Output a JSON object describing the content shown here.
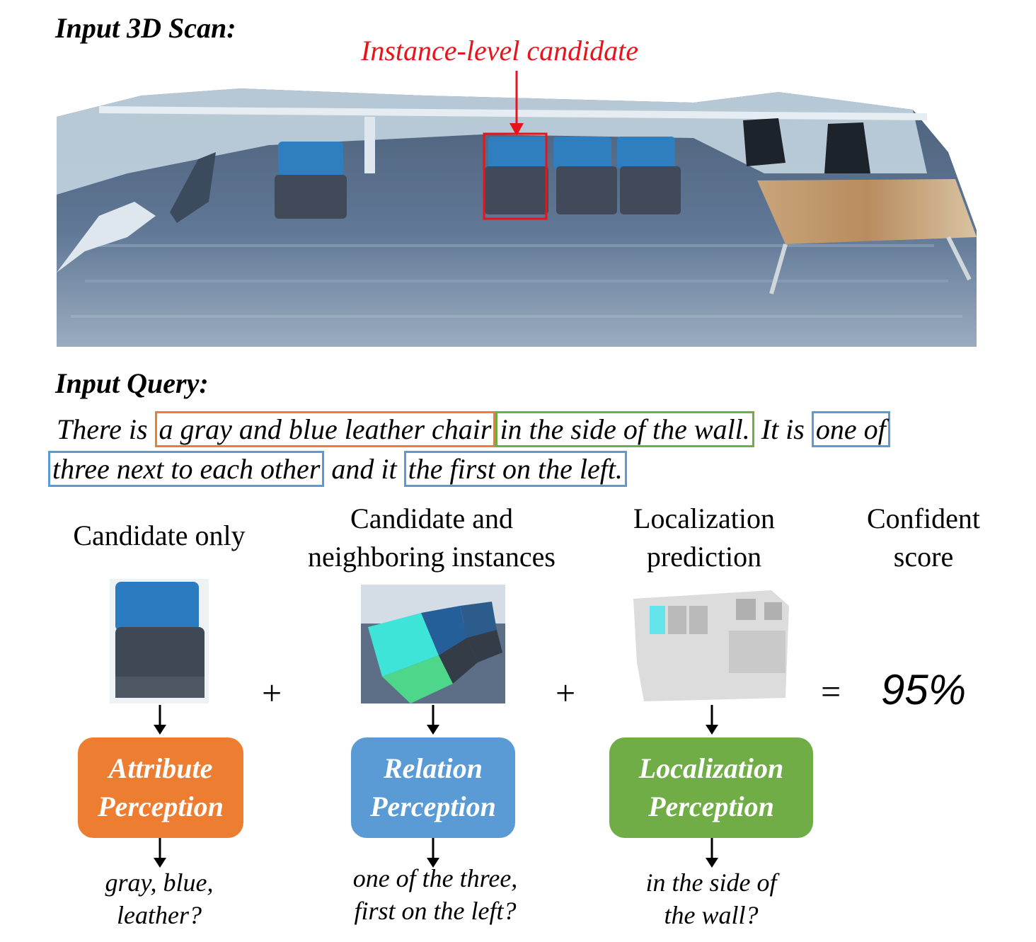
{
  "scan": {
    "heading": "Input 3D Scan:",
    "candidate_label": "Instance-level candidate",
    "highlight_color": "#e8141c"
  },
  "query": {
    "heading": "Input Query:",
    "line1": {
      "t1": "There is ",
      "h_attribute": "a gray and blue leather chair",
      "h_location": "in the side of the wall.",
      "t2": " It is ",
      "h_rel1a": "one of"
    },
    "line2": {
      "h_rel1b": "three next to each other",
      "t3": " and it ",
      "h_rel2": "the first on the left."
    }
  },
  "columns": {
    "candidate": {
      "l1": "Candidate only"
    },
    "neighbors": {
      "l1": "Candidate and",
      "l2": "neighboring instances"
    },
    "localization": {
      "l1": "Localization",
      "l2": "prediction"
    },
    "score": {
      "l1": "Confident",
      "l2": "score"
    }
  },
  "operators": {
    "plus": "+",
    "equals": "="
  },
  "score_value": "95%",
  "modules": {
    "attribute": {
      "l1": "Attribute",
      "l2": "Perception",
      "color": "#ed7d31"
    },
    "relation": {
      "l1": "Relation",
      "l2": "Perception",
      "color": "#5b9bd5"
    },
    "localization": {
      "l1": "Localization",
      "l2": "Perception",
      "color": "#70ad47"
    }
  },
  "outputs": {
    "attribute": {
      "l1": "gray, blue,",
      "l2": "leather?"
    },
    "relation": {
      "l1": "one of the three,",
      "l2": "first on the left?"
    },
    "localization": {
      "l1": "in the side of",
      "l2": "the wall?"
    }
  }
}
